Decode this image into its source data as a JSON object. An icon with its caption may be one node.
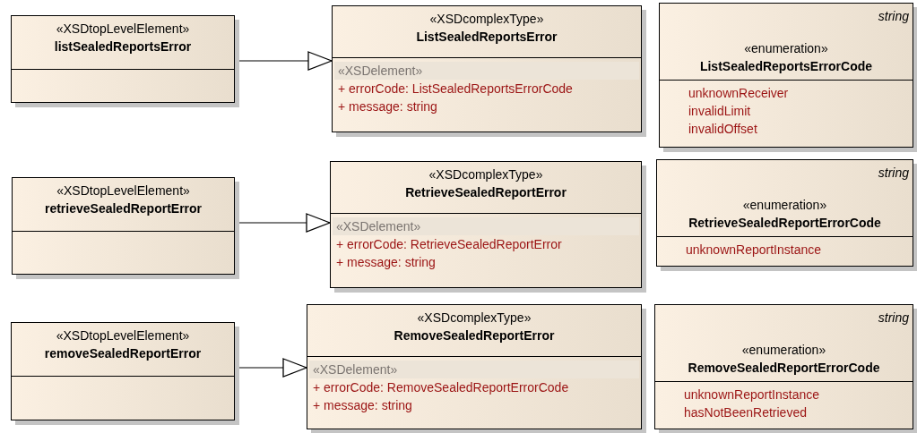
{
  "diagram": {
    "nodes": [
      {
        "text": [
          "«XSDtopLevelElement»",
          "listSealedReportsError"
        ]
      },
      {
        "text": [
          "«XSDcomplexType»",
          "ListSealedReportsError",
          "«XSDelement»",
          "+ errorCode: ListSealedReportsErrorCode",
          "+ message: string"
        ]
      },
      {
        "text": [
          "string",
          "«enumeration»",
          "ListSealedReportsErrorCode",
          "unknownReceiver",
          "invalidLimit",
          "invalidOffset"
        ]
      },
      {
        "text": [
          "«XSDtopLevelElement»",
          "retrieveSealedReportError"
        ]
      },
      {
        "text": [
          "«XSDcomplexType»",
          "RetrieveSealedReportError",
          "«XSDelement»",
          "+ errorCode: RetrieveSealedReportError",
          "+ message: string"
        ]
      },
      {
        "text": [
          "string",
          "«enumeration»",
          "RetrieveSealedReportErrorCode",
          "unknownReportInstance"
        ]
      },
      {
        "text": [
          "«XSDtopLevelElement»",
          "removeSealedReportError"
        ]
      },
      {
        "text": [
          "«XSDcomplexType»",
          "RemoveSealedReportError",
          "«XSDelement»",
          "+ errorCode: RemoveSealedReportErrorCode",
          "+ message: string"
        ]
      },
      {
        "text": [
          "string",
          "«enumeration»",
          "RemoveSealedReportErrorCode",
          "unknownReportInstance",
          "hasNotBeenRetrieved"
        ]
      }
    ],
    "edges": [
      {
        "from": 0,
        "to": 1,
        "arrow": "to"
      },
      {
        "from": 3,
        "to": 4,
        "arrow": "to"
      },
      {
        "from": 6,
        "to": 7,
        "arrow": "to"
      }
    ]
  }
}
